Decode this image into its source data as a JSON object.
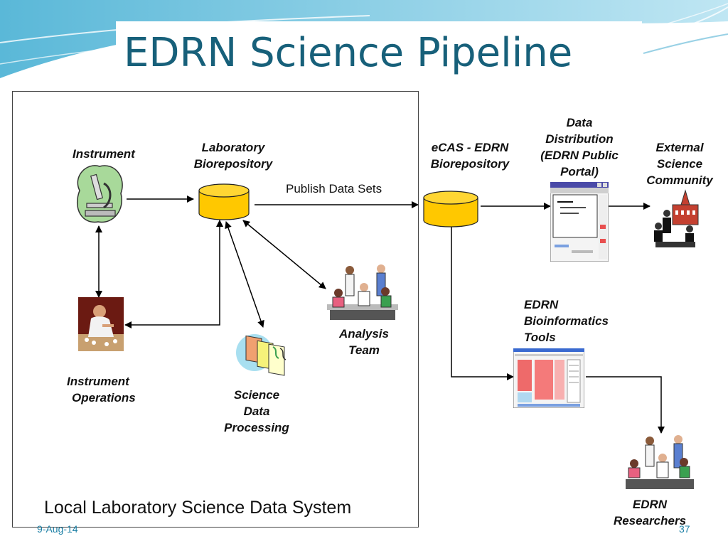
{
  "slide": {
    "title": "EDRN Science Pipeline",
    "date": "9-Aug-14",
    "page_number": "37"
  },
  "nodes": {
    "instrument": "Instrument",
    "lab_biorepository": [
      "Laboratory",
      "Biorepository"
    ],
    "ecas_biorepository": [
      "eCAS - EDRN",
      "Biorepository"
    ],
    "data_distribution": [
      "Data",
      "Distribution",
      "(EDRN Public",
      "Portal)"
    ],
    "external_community": [
      "External",
      "Science",
      "Community"
    ],
    "analysis_team": [
      "Analysis",
      "Team"
    ],
    "bioinformatics_tools": [
      "EDRN",
      "Bioinformatics",
      "Tools"
    ],
    "instrument_operations": [
      "Instrument",
      "Operations"
    ],
    "science_data_processing": [
      "Science",
      "Data",
      "Processing"
    ],
    "edrn_researchers": [
      "EDRN",
      "Researchers"
    ]
  },
  "edges": {
    "publish_label": "Publish Data Sets"
  },
  "local_system_label": "Local Laboratory Science Data System",
  "colors": {
    "title": "#17607a",
    "cylinder_fill": "#ffc800",
    "cylinder_stroke": "#222222",
    "footer": "#1b7fa5"
  },
  "icons": [
    "microscope-icon",
    "lab-technician-icon",
    "analysis-team-icon",
    "data-processing-icon",
    "portal-window-icon",
    "bioinformatics-screenshot-icon",
    "external-community-icon",
    "researchers-icon"
  ]
}
